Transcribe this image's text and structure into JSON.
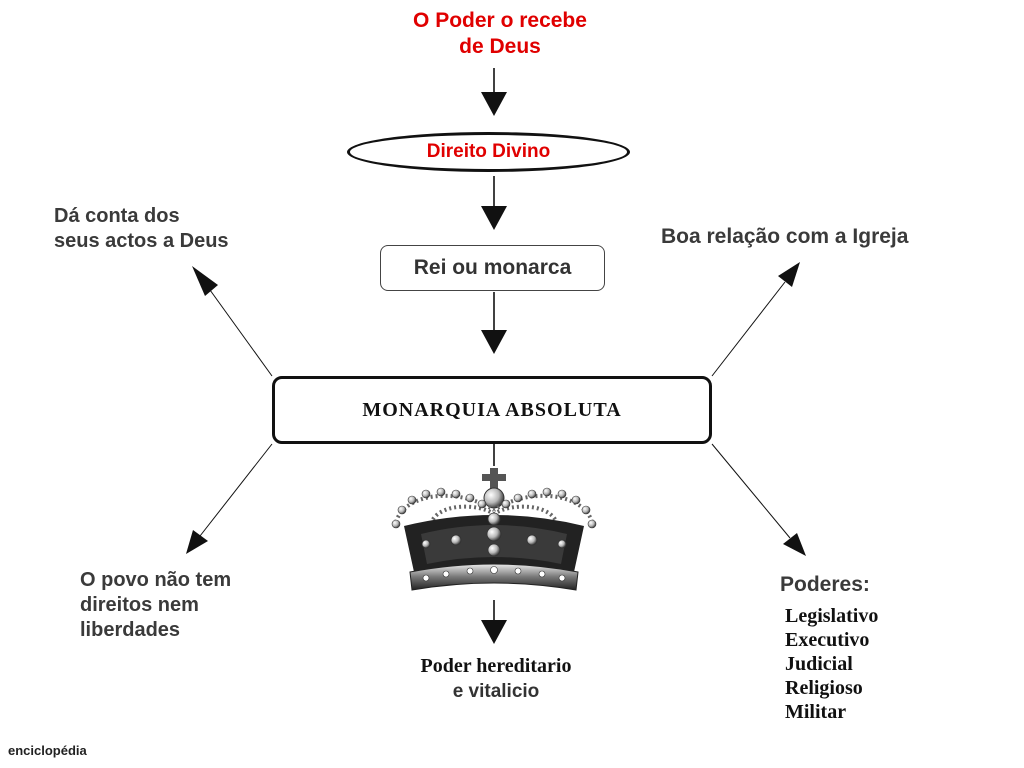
{
  "top": {
    "line1": "O Poder o recebe",
    "line2": "de Deus"
  },
  "divine_right": "Direito Divino",
  "king": "Rei ou monarca",
  "center": "MONARQUIA ABSOLUTA",
  "top_left": {
    "line1": "Dá conta dos",
    "line2": "seus actos a Deus"
  },
  "top_right": "Boa relação com a Igreja",
  "bottom_left": {
    "line1": "O povo não tem",
    "line2": "direitos nem",
    "line3": "liberdades"
  },
  "bottom_right": {
    "heading": "Poderes:",
    "items": [
      "Legislativo",
      "Executivo",
      "Judicial",
      "Religioso",
      "Militar"
    ]
  },
  "bottom": {
    "line1": "Poder hereditario",
    "line2": "e vitalicio"
  },
  "source": "enciclopédia",
  "colors": {
    "accent": "#e00000",
    "stroke": "#111111",
    "text": "#3a3a3a"
  },
  "icons": {
    "crown": "crown-icon"
  }
}
